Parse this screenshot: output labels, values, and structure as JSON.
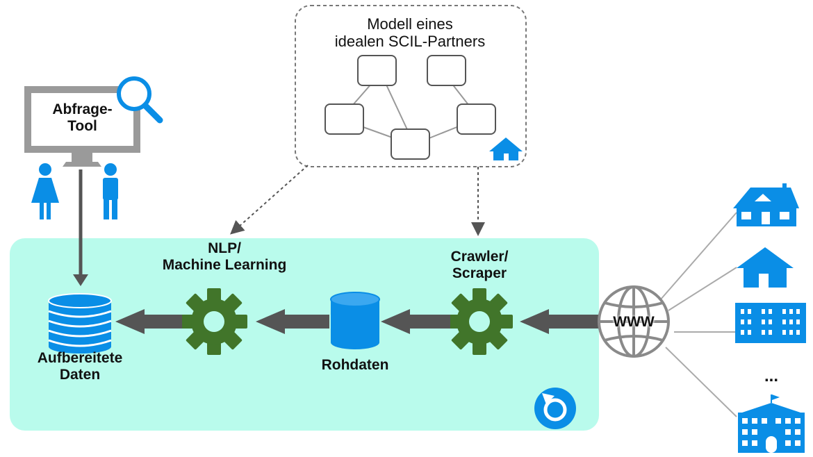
{
  "model": {
    "title_line1": "Modell eines",
    "title_line2": "idealen SCIL-Partners"
  },
  "query_tool": {
    "label_line1": "Abfrage-",
    "label_line2": "Tool"
  },
  "pipeline": {
    "nlp_line1": "NLP/",
    "nlp_line2": "Machine Learning",
    "crawler_line1": "Crawler/",
    "crawler_line2": "Scraper",
    "processed_line1": "Aufbereitete",
    "processed_line2": "Daten",
    "raw": "Rohdaten"
  },
  "web": {
    "www": "WWW",
    "ellipsis": "..."
  },
  "colors": {
    "pipeline_bg": "#b9fbec",
    "blue": "#0a8ee6",
    "gear": "#41752a",
    "arrow": "#555555",
    "monitor": "#9a9a9a"
  }
}
